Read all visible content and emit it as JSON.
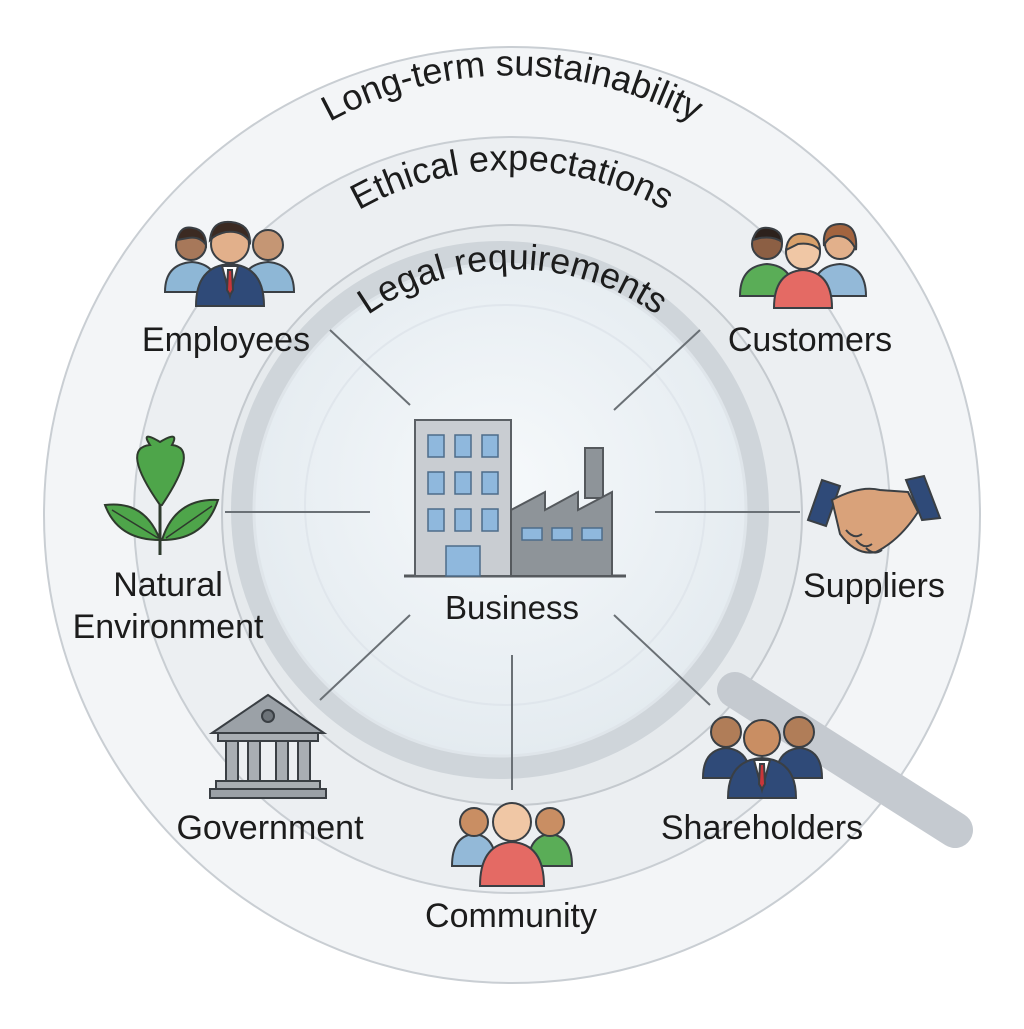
{
  "diagram": {
    "rings": {
      "outer": "Long-term sustainability",
      "middle": "Ethical expectations",
      "inner": "Legal requirements"
    },
    "center": {
      "label": "Business",
      "icon": "building-factory-icon"
    },
    "stakeholders": {
      "employees": {
        "label": "Employees",
        "icon": "employees-group-icon"
      },
      "customers": {
        "label": "Customers",
        "icon": "customers-group-icon"
      },
      "natural_environment": {
        "label_line1": "Natural",
        "label_line2": "Environment",
        "icon": "plant-icon"
      },
      "suppliers": {
        "label": "Suppliers",
        "icon": "handshake-icon"
      },
      "government": {
        "label": "Government",
        "icon": "government-building-icon"
      },
      "community": {
        "label": "Community",
        "icon": "community-group-icon"
      },
      "shareholders": {
        "label": "Shareholders",
        "icon": "shareholders-group-icon"
      }
    },
    "colors": {
      "ring_outer": "#f1f3f5",
      "ring_middle": "#e9ecef",
      "ring_inner": "#e3e7eb",
      "lens": "#eef3f7",
      "handle": "#c9ced4",
      "building": "#c7ccd2",
      "factory": "#8e9499",
      "window": "#8fb5da",
      "leaf": "#4ea54a",
      "person_green": "#5aad57",
      "person_red": "#e46a64",
      "person_blue": "#93b9d8",
      "suit_navy": "#2f4a78"
    }
  }
}
